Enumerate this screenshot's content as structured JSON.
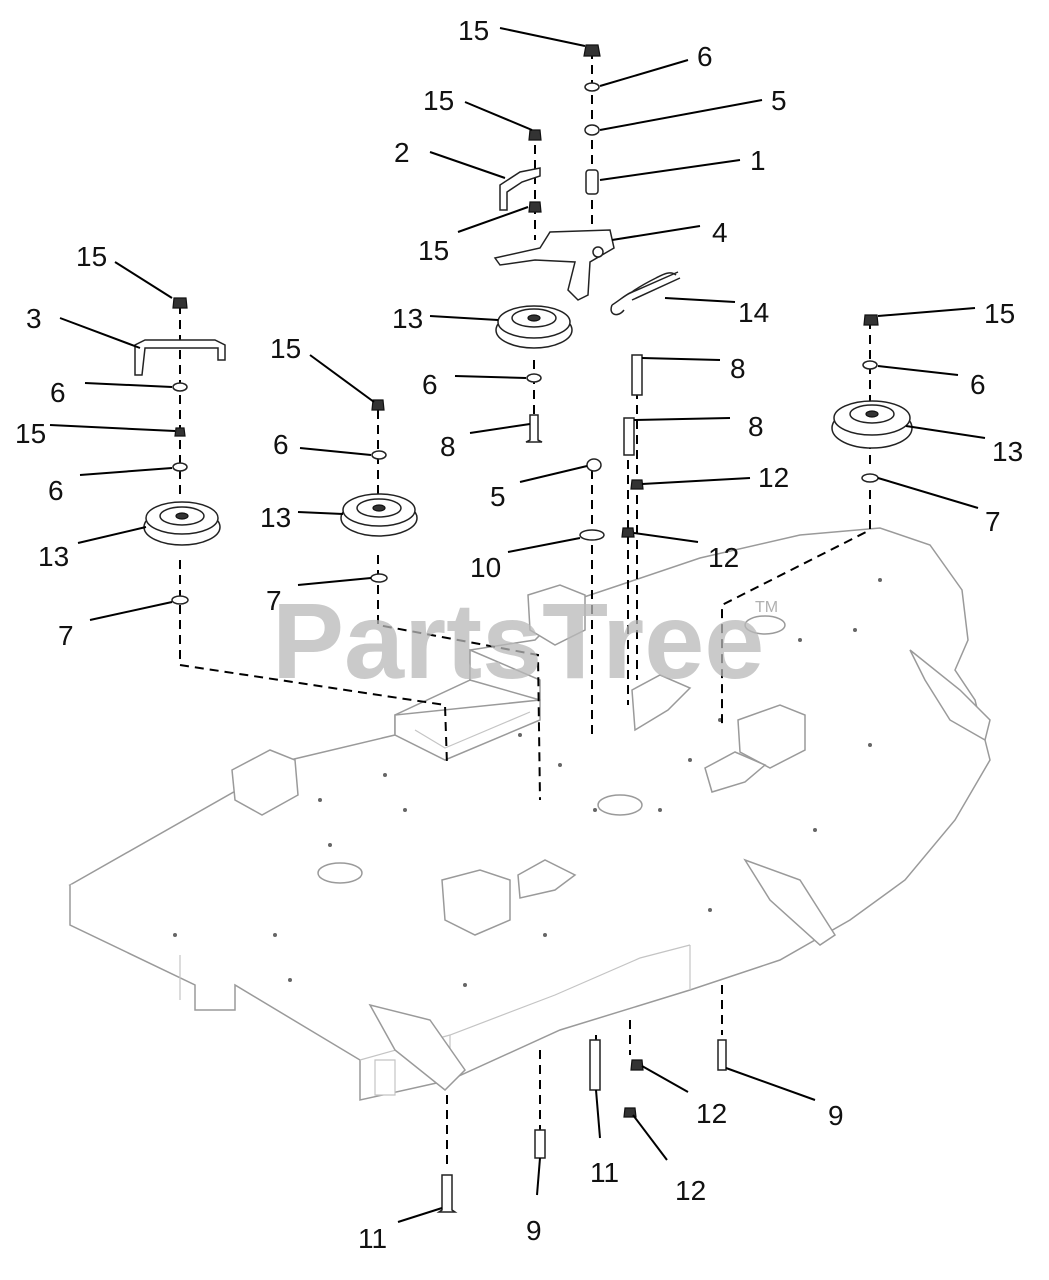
{
  "watermark": {
    "brand": "PartsTree",
    "tm": "TM"
  },
  "callouts": [
    {
      "id": "c1",
      "label": "15"
    },
    {
      "id": "c2",
      "label": "6"
    },
    {
      "id": "c3",
      "label": "15"
    },
    {
      "id": "c4",
      "label": "5"
    },
    {
      "id": "c5",
      "label": "2"
    },
    {
      "id": "c6",
      "label": "1"
    },
    {
      "id": "c7",
      "label": "15"
    },
    {
      "id": "c8",
      "label": "4"
    },
    {
      "id": "c9",
      "label": "15"
    },
    {
      "id": "c10",
      "label": "3"
    },
    {
      "id": "c11",
      "label": "13"
    },
    {
      "id": "c12",
      "label": "14"
    },
    {
      "id": "c13",
      "label": "15"
    },
    {
      "id": "c14",
      "label": "15"
    },
    {
      "id": "c15",
      "label": "6"
    },
    {
      "id": "c16",
      "label": "8"
    },
    {
      "id": "c17",
      "label": "6"
    },
    {
      "id": "c18",
      "label": "6"
    },
    {
      "id": "c19",
      "label": "15"
    },
    {
      "id": "c20",
      "label": "8"
    },
    {
      "id": "c21",
      "label": "13"
    },
    {
      "id": "c22",
      "label": "8"
    },
    {
      "id": "c23",
      "label": "6"
    },
    {
      "id": "c24",
      "label": "6"
    },
    {
      "id": "c25",
      "label": "5"
    },
    {
      "id": "c26",
      "label": "12"
    },
    {
      "id": "c27",
      "label": "7"
    },
    {
      "id": "c28",
      "label": "13"
    },
    {
      "id": "c29",
      "label": "13"
    },
    {
      "id": "c30",
      "label": "10"
    },
    {
      "id": "c31",
      "label": "12"
    },
    {
      "id": "c32",
      "label": "7"
    },
    {
      "id": "c33",
      "label": "7"
    },
    {
      "id": "c34",
      "label": "12"
    },
    {
      "id": "c35",
      "label": "9"
    },
    {
      "id": "c36",
      "label": "11"
    },
    {
      "id": "c37",
      "label": "12"
    },
    {
      "id": "c38",
      "label": "9"
    },
    {
      "id": "c39",
      "label": "11"
    }
  ]
}
